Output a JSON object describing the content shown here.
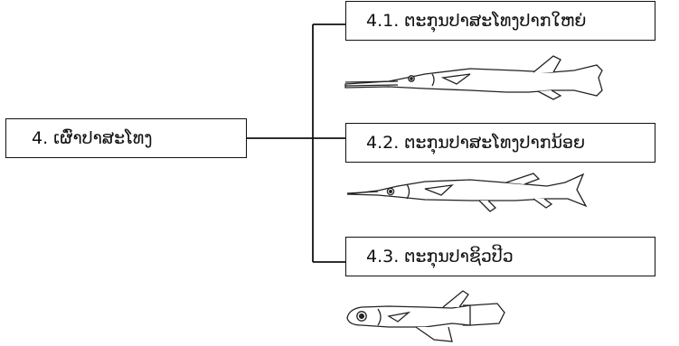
{
  "root": {
    "label": "4. ເຜົ່າປາສະໂທງ"
  },
  "children": [
    {
      "label": "4.1. ຕະກຸນປາສະໂທງປາກໃຫຍ່",
      "illustration_icon": "halfbeak-fish-large-icon"
    },
    {
      "label": "4.2. ຕະກຸນປາສະໂທງປາກນ້ອຍ",
      "illustration_icon": "halfbeak-fish-small-icon"
    },
    {
      "label": "4.3. ຕະກຸນປາຊິວປີວ",
      "illustration_icon": "medaka-fish-icon"
    }
  ],
  "colors": {
    "line": "#111111",
    "background": "#ffffff"
  }
}
